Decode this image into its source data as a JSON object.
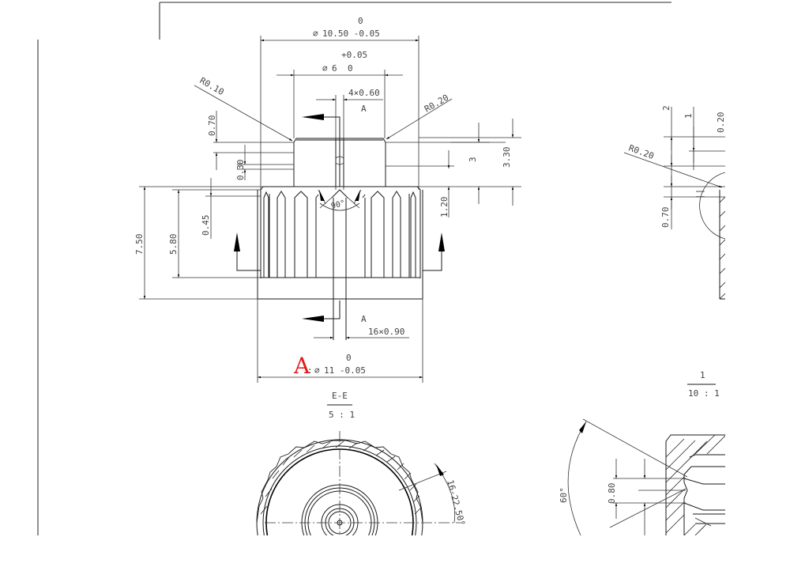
{
  "drawing": {
    "type": "mechanical-technical-drawing",
    "views": {
      "section_main": {
        "title": "",
        "dimensions": {
          "outer_diameter_top": {
            "symbol": "∅",
            "value": "10.50",
            "upper_tol": "0",
            "lower_tol": "-0.05",
            "text": "10.50 -0.05",
            "tol_top": "0"
          },
          "inner_diameter": {
            "symbol": "∅",
            "value": "6",
            "upper_tol": "+0.05",
            "lower_tol": "0"
          },
          "slot_count_width_top": "4×0.60",
          "slot_ref_top": "A",
          "radius_left": "R0.10",
          "radius_right": "R0.20",
          "height_070": "0.70",
          "height_030": "0.30",
          "height_045": "0.45",
          "height_750": "7.50",
          "height_580": "5.80",
          "height_3": "3",
          "height_330": "3.30",
          "height_120": "1.20",
          "angle_90": "90°",
          "slot_ref_bottom": "A",
          "slot_count_width_bottom": "16×0.90",
          "outer_diameter_bottom": {
            "symbol": "∅",
            "value": "11",
            "upper_tol": "0",
            "lower_tol": "-0.05",
            "text": "11 -0.05",
            "tol_top": "0"
          },
          "callout_marker": "A",
          "callout_colon": ":"
        }
      },
      "section_ee": {
        "label": "E-E",
        "scale": "5 : 1",
        "angle_dimension": "16-22.50°"
      },
      "detail_1": {
        "label": "1",
        "scale": "10 : 1",
        "dimensions": {
          "d2": "2",
          "d1": "1",
          "d020": "0.20",
          "r020": "R0.20",
          "d070": "0.70"
        }
      },
      "detail_thread": {
        "angle": "60°",
        "pitch": "0.80"
      }
    },
    "colors": {
      "line": "#1a1a1a",
      "dim_text": "#444444",
      "callout_red": "#e31b1b",
      "frame": "#555555"
    }
  }
}
